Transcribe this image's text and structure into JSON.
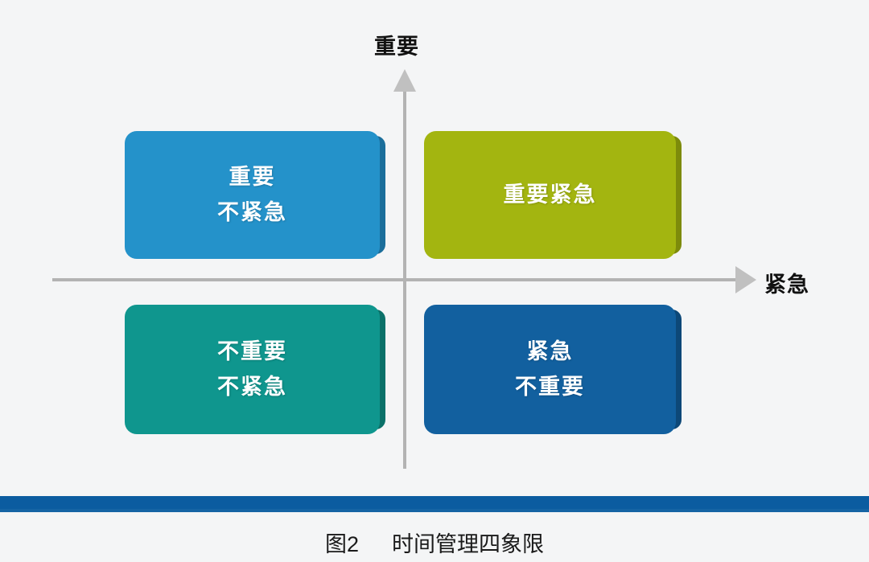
{
  "figure": {
    "title_label": "图2",
    "title_text": "时间管理四象限"
  },
  "axes": {
    "vertical": {
      "label": "重要",
      "icon": "arrow-up-icon",
      "color": "#b3b3b3"
    },
    "horizontal": {
      "label": "紧急",
      "icon": "arrow-right-icon",
      "color": "#b3b3b3"
    }
  },
  "quadrants": [
    {
      "id": "important-not-urgent",
      "position": "top-left",
      "lines": [
        "重要",
        "不紧急"
      ],
      "color": "#2492CA",
      "edge_color": "#1b6e9b",
      "text_color": "#ffffff"
    },
    {
      "id": "important-urgent",
      "position": "top-right",
      "lines": [
        "重要紧急"
      ],
      "color": "#A3B510",
      "edge_color": "#7d8b0b",
      "text_color": "#ffffff"
    },
    {
      "id": "not-important-not-urgent",
      "position": "bottom-left",
      "lines": [
        "不重要",
        "不紧急"
      ],
      "color": "#0F968E",
      "edge_color": "#0b7169",
      "text_color": "#ffffff"
    },
    {
      "id": "urgent-not-important",
      "position": "bottom-right",
      "lines": [
        "紧急",
        "不重要"
      ],
      "color": "#12609F",
      "edge_color": "#0d4878",
      "text_color": "#ffffff"
    }
  ],
  "decorations": {
    "bottom_band_color": "#0B5CA0",
    "background_color": "#f4f5f6"
  }
}
